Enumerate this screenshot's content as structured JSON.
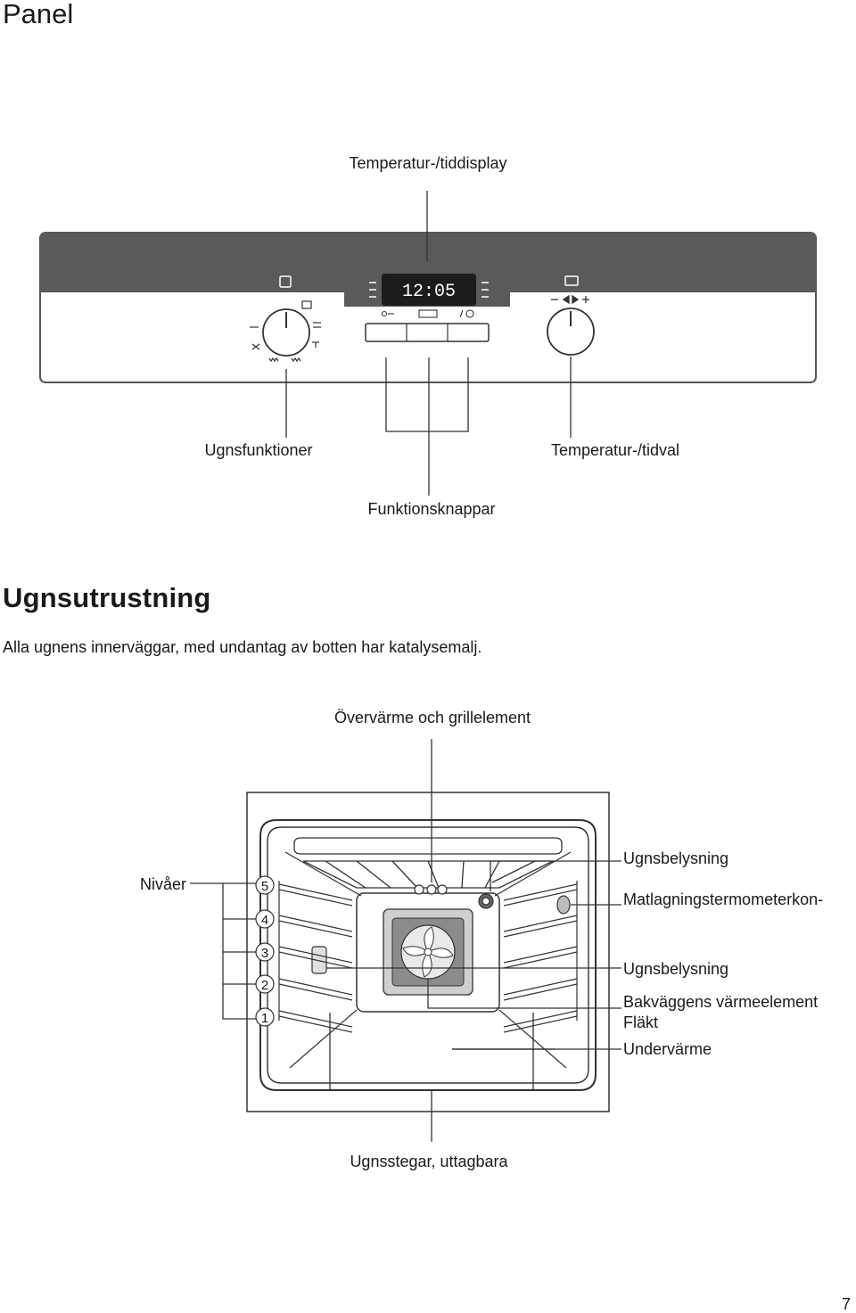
{
  "page": {
    "heading_panel": "Panel",
    "heading_equipment": "Ugnsutrustning",
    "intro_text": "Alla ugnens innerväggar, med undantag av botten har katalysemalj.",
    "page_number": "7"
  },
  "panel_diagram": {
    "display_digits": "12:05",
    "labels": {
      "display": "Temperatur-/tiddisplay",
      "functions_knob": "Ugnsfunktioner",
      "temp_time_knob": "Temperatur-/tidval",
      "function_buttons": "Funktionsknappar"
    }
  },
  "oven_diagram": {
    "labels": {
      "top_heat_grill": "Övervärme och grillelement",
      "levels": "Nivåer",
      "light_upper": "Ugnsbelysning",
      "thermometer_socket": "Matlagningstermometerkon-",
      "light_lower": "Ugnsbelysning",
      "rear_heating_element": "Bakväggens värmeelement",
      "fan": "Fläkt",
      "bottom_heat": "Undervärme",
      "shelf_runners": "Ugnsstegar, uttagbara"
    },
    "levels": [
      "5",
      "4",
      "3",
      "2",
      "1"
    ]
  }
}
